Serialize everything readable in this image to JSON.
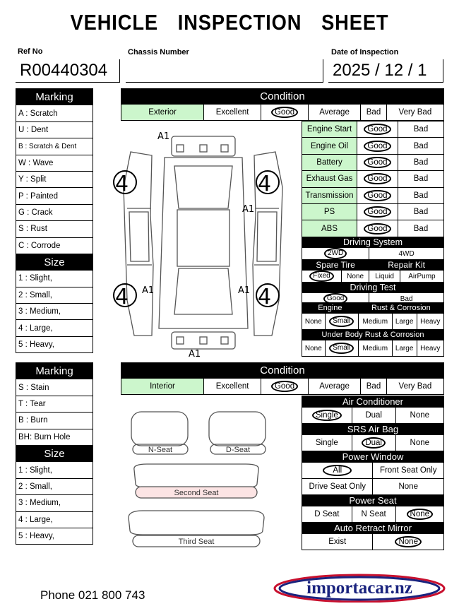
{
  "title": "VEHICLE INSPECTION SHEET",
  "ref_no": {
    "label": "Ref No",
    "value": "R00440304"
  },
  "chassis": {
    "label": "Chassis Number",
    "value": ""
  },
  "date": {
    "label": "Date of Inspection",
    "value": "2025 / 12 / 1"
  },
  "marking1": {
    "header": "Marking",
    "items": [
      "A : Scratch",
      "U : Dent",
      "B : Scratch & Dent",
      "W : Wave",
      "Y : Split",
      "P : Painted",
      "G : Crack",
      "S : Rust",
      "C : Corrode"
    ]
  },
  "size1": {
    "header": "Size",
    "items": [
      "1 : Slight,",
      "2 : Small,",
      "3 : Medium,",
      "4 : Large,",
      "5 : Heavy,"
    ]
  },
  "condition1": {
    "header": "Condition",
    "row_label": "Exterior",
    "options": [
      "Excellent",
      "Good",
      "Average",
      "Bad",
      "Very Bad"
    ],
    "selected": "Good"
  },
  "checks": [
    {
      "label": "Engine Start",
      "good": "Good",
      "bad": "Bad"
    },
    {
      "label": "Engine Oil",
      "good": "Good",
      "bad": "Bad"
    },
    {
      "label": "Battery",
      "good": "Good",
      "bad": "Bad"
    },
    {
      "label": "Exhaust Gas",
      "good": "Good",
      "bad": "Bad"
    },
    {
      "label": "Transmission",
      "good": "Good",
      "bad": "Bad"
    },
    {
      "label": "PS",
      "good": "Good",
      "bad": "Bad"
    },
    {
      "label": "ABS",
      "good": "Good",
      "bad": "Bad"
    }
  ],
  "driving_system": {
    "header": "Driving System",
    "options": [
      "2WD",
      "4WD"
    ]
  },
  "spare_tire": {
    "header": "Spare Tire",
    "options": [
      "Fixed",
      "None"
    ]
  },
  "repair_kit": {
    "header": "Repair Kit",
    "options": [
      "Liquid",
      "AirPump"
    ]
  },
  "driving_test": {
    "header": "Driving Test",
    "options": [
      "Good",
      "Bad"
    ]
  },
  "engine_rust": {
    "header_a": "Engine",
    "header_b": "Rust & Corrosion",
    "options": [
      "None",
      "Small",
      "Medium",
      "Large",
      "Heavy"
    ]
  },
  "underbody": {
    "header": "Under Body Rust & Corrosion",
    "options": [
      "None",
      "Small",
      "Medium",
      "Large",
      "Heavy"
    ]
  },
  "diagram_marks": {
    "four": "4",
    "a1": "A1"
  },
  "marking2": {
    "header": "Marking",
    "items": [
      "S : Stain",
      "T : Tear",
      "B : Burn",
      "BH: Burn Hole"
    ]
  },
  "size2": {
    "header": "Size",
    "items": [
      "1 : Slight,",
      "2 : Small,",
      "3 : Medium,",
      "4 : Large,",
      "5 : Heavy,"
    ]
  },
  "condition2": {
    "header": "Condition",
    "row_label": "Interior",
    "options": [
      "Excellent",
      "Good",
      "Average",
      "Bad",
      "Very Bad"
    ]
  },
  "aircon": {
    "header": "Air Conditioner",
    "options": [
      "Single",
      "Dual",
      "None"
    ]
  },
  "srs": {
    "header": "SRS Air Bag",
    "options": [
      "Single",
      "Dual",
      "None"
    ]
  },
  "power_window": {
    "header": "Power Window",
    "options": [
      "All",
      "Front Seat Only",
      "Drive Seat Only",
      "None"
    ]
  },
  "power_seat": {
    "header": "Power Seat",
    "options": [
      "D Seat",
      "N Seat",
      "None"
    ]
  },
  "mirror": {
    "header": "Auto Retract Mirror",
    "options": [
      "Exist",
      "None"
    ]
  },
  "seats": {
    "n": "N-Seat",
    "d": "D-Seat",
    "second": "Second Seat",
    "third": "Third Seat"
  },
  "phone": "Phone 021 800 743",
  "logo_text": "importacar.nz"
}
